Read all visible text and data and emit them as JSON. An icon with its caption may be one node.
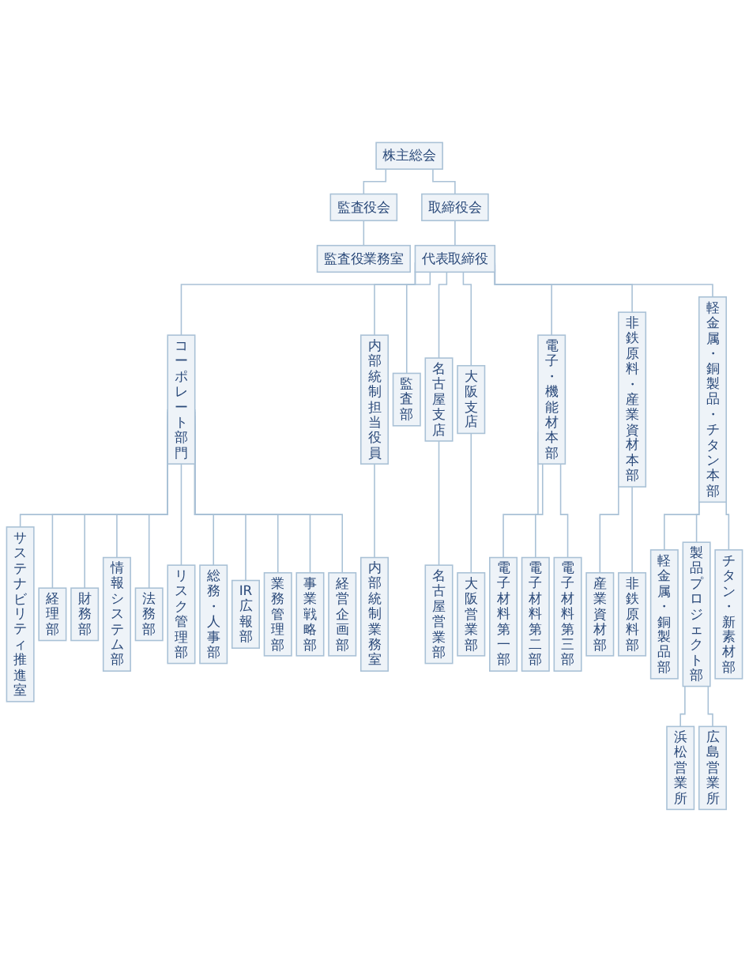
{
  "diagram": {
    "nodes": [
      {
        "text": [
          "株主総会"
        ]
      },
      {
        "text": [
          "監査役会"
        ]
      },
      {
        "text": [
          "監査役業務室"
        ]
      },
      {
        "text": [
          "取締役会"
        ]
      },
      {
        "text": [
          "代表取締役"
        ]
      },
      {
        "text": [
          "コーポレート部門"
        ]
      },
      {
        "text": [
          "サステナビリティ推進室"
        ]
      },
      {
        "text": [
          "経理部"
        ]
      },
      {
        "text": [
          "財務部"
        ]
      },
      {
        "text": [
          "情報システム部"
        ]
      },
      {
        "text": [
          "法務部"
        ]
      },
      {
        "text": [
          "リスク管理部"
        ]
      },
      {
        "text": [
          "総務・人事部"
        ]
      },
      {
        "text": [
          "IR広報部"
        ]
      },
      {
        "text": [
          "業務管理部"
        ]
      },
      {
        "text": [
          "事業戦略部"
        ]
      },
      {
        "text": [
          "経営企画部"
        ]
      },
      {
        "text": [
          "内部統制業務室"
        ]
      },
      {
        "text": [
          "内部統制担当役員"
        ]
      },
      {
        "text": [
          "監査部"
        ]
      },
      {
        "text": [
          "名古屋支店"
        ]
      },
      {
        "text": [
          "大阪支店"
        ]
      },
      {
        "text": [
          "電子・機能材本部"
        ]
      },
      {
        "text": [
          "非鉄原料・産業資材本部"
        ]
      },
      {
        "text": [
          "軽金属・銅製品・チタン本部"
        ]
      },
      {
        "text": [
          "名古屋営業部"
        ]
      },
      {
        "text": [
          "大阪営業部"
        ]
      },
      {
        "text": [
          "電子材料第一部"
        ]
      },
      {
        "text": [
          "電子材料第二部"
        ]
      },
      {
        "text": [
          "電子材料第三部"
        ]
      },
      {
        "text": [
          "産業資材部"
        ]
      },
      {
        "text": [
          "非鉄原料部"
        ]
      },
      {
        "text": [
          "軽金属・銅製品部"
        ]
      },
      {
        "text": [
          "製品プロジェクト部"
        ]
      },
      {
        "text": [
          "チタン・新素材部"
        ]
      },
      {
        "text": [
          "浜松営業所"
        ]
      },
      {
        "text": [
          "広島営業所"
        ]
      }
    ],
    "edges": [
      {
        "from": 0,
        "to": 1,
        "arrow": "none"
      },
      {
        "from": 1,
        "to": 2,
        "arrow": "none"
      },
      {
        "from": 0,
        "to": 3,
        "arrow": "none"
      },
      {
        "from": 3,
        "to": 4,
        "arrow": "none"
      },
      {
        "from": 4,
        "to": 5,
        "arrow": "none"
      },
      {
        "from": 5,
        "to": 6,
        "arrow": "none"
      },
      {
        "from": 5,
        "to": 7,
        "arrow": "none"
      },
      {
        "from": 5,
        "to": 8,
        "arrow": "none"
      },
      {
        "from": 5,
        "to": 9,
        "arrow": "none"
      },
      {
        "from": 5,
        "to": 10,
        "arrow": "none"
      },
      {
        "from": 5,
        "to": 11,
        "arrow": "none"
      },
      {
        "from": 5,
        "to": 12,
        "arrow": "none"
      },
      {
        "from": 5,
        "to": 13,
        "arrow": "none"
      },
      {
        "from": 5,
        "to": 14,
        "arrow": "none"
      },
      {
        "from": 5,
        "to": 15,
        "arrow": "none"
      },
      {
        "from": 5,
        "to": 16,
        "arrow": "none"
      },
      {
        "from": 4,
        "to": 18,
        "arrow": "none"
      },
      {
        "from": 18,
        "to": 17,
        "arrow": "none"
      },
      {
        "from": 4,
        "to": 19,
        "arrow": "none"
      },
      {
        "from": 4,
        "to": 20,
        "arrow": "none"
      },
      {
        "from": 4,
        "to": 21,
        "arrow": "none"
      },
      {
        "from": 4,
        "to": 22,
        "arrow": "none"
      },
      {
        "from": 4,
        "to": 23,
        "arrow": "none"
      },
      {
        "from": 4,
        "to": 24,
        "arrow": "none"
      },
      {
        "from": 20,
        "to": 25,
        "arrow": "none"
      },
      {
        "from": 21,
        "to": 26,
        "arrow": "none"
      },
      {
        "from": 22,
        "to": 27,
        "arrow": "none"
      },
      {
        "from": 22,
        "to": 28,
        "arrow": "none"
      },
      {
        "from": 22,
        "to": 29,
        "arrow": "none"
      },
      {
        "from": 23,
        "to": 30,
        "arrow": "none"
      },
      {
        "from": 23,
        "to": 31,
        "arrow": "none"
      },
      {
        "from": 24,
        "to": 32,
        "arrow": "none"
      },
      {
        "from": 24,
        "to": 33,
        "arrow": "none"
      },
      {
        "from": 24,
        "to": 34,
        "arrow": "none"
      },
      {
        "from": 33,
        "to": 35,
        "arrow": "none"
      },
      {
        "from": 33,
        "to": 36,
        "arrow": "none"
      }
    ]
  }
}
